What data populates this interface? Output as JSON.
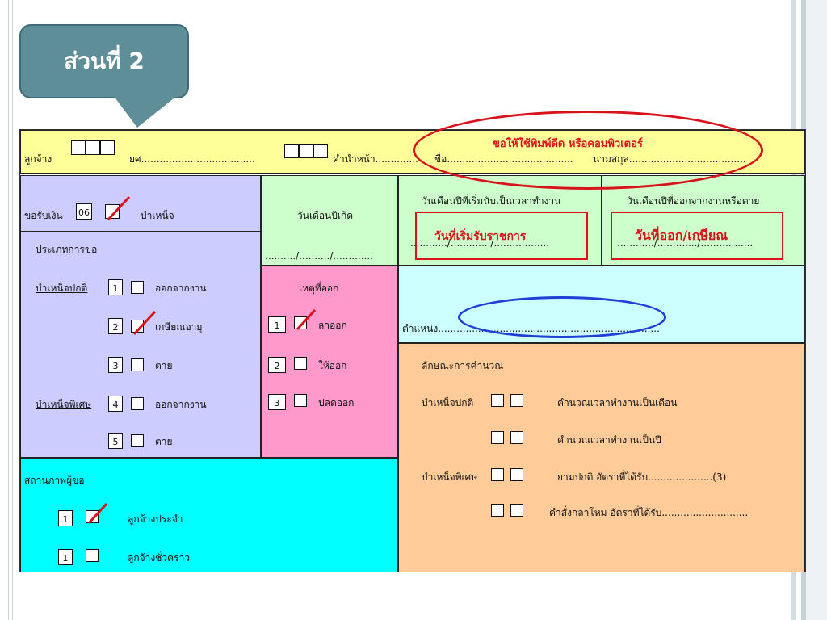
{
  "callout": {
    "title": "ส่วนที่ 2"
  },
  "header_row": {
    "employee_label": "ลูกจ้าง",
    "rank_label": "ยศ.....................................",
    "prefix_label": "คำนำหน้า..............",
    "name_label": "ชื่อ.........................................",
    "surname_label": "นามสกุล......................................",
    "print_note": "ขอให้ใช้พิมพ์ดีด หรือคอมพิวเตอร์"
  },
  "request": {
    "label": "ขอรับเงิน",
    "code": "06",
    "type": "บำเหน็จ"
  },
  "request_type": {
    "title": "ประเภทการขอ",
    "normal_label": "บำเหน็จปกติ",
    "special_label": "บำเหน็จพิเศษ",
    "options": [
      {
        "num": "1",
        "label": "ออกจากงาน"
      },
      {
        "num": "2",
        "label": "เกษียณอายุ"
      },
      {
        "num": "3",
        "label": "ตาย"
      },
      {
        "num": "4",
        "label": "ออกจากงาน"
      },
      {
        "num": "5",
        "label": "ตาย"
      }
    ]
  },
  "birth": {
    "title": "วันเดือนปีเกิด",
    "blank": "........../........../............."
  },
  "start_date": {
    "title": "วันเดือนปีที่เริ่มนับเป็นเวลาทำงาน",
    "blank": "............/............./..................",
    "annotation": "วันที่เริ่มรับราชการ"
  },
  "end_date": {
    "title": "วันเดือนปีที่ออกจากงานหรือตาย",
    "blank": "............/............./.................",
    "annotation": "วันที่ออก/เกษียณ"
  },
  "exit_reason": {
    "title": "เหตุที่ออก",
    "options": [
      {
        "num": "1",
        "label": "ลาออก"
      },
      {
        "num": "2",
        "label": "ให้ออก"
      },
      {
        "num": "3",
        "label": "ปลดออก"
      }
    ]
  },
  "position": {
    "label": "ตำแหน่ง........................................................................"
  },
  "calculation": {
    "title": "ลักษณะการคำนวณ",
    "normal_label": "บำเหน็จปกติ",
    "special_label": "บำเหน็จพิเศษ",
    "monthly": "คำนวณเวลาทำงานเป็นเดือน",
    "yearly": "คำนวณเวลาทำงานเป็นปี",
    "peacetime": "ยามปกติ   อัตราที่ได้รับ.....................(3)",
    "martial": "คำสั่งกลาโหม   อัตราที่ได้รับ............................"
  },
  "status": {
    "title": "สถานภาพผู้ขอ",
    "options": [
      {
        "num": "1",
        "label": "ลูกจ้างประจำ"
      },
      {
        "num": "1",
        "label": "ลูกจ้างชั่วคราว"
      }
    ]
  },
  "colors": {
    "header_yellow": "#ffff99",
    "lavender": "#ccccff",
    "pink": "#ff99cc",
    "light_cyan": "#ccffff",
    "light_green": "#ccffcc",
    "peach": "#ffcc99",
    "cyan": "#00ffff",
    "annotation_red": "#d8131b",
    "oval_blue": "#1f3fd6"
  }
}
